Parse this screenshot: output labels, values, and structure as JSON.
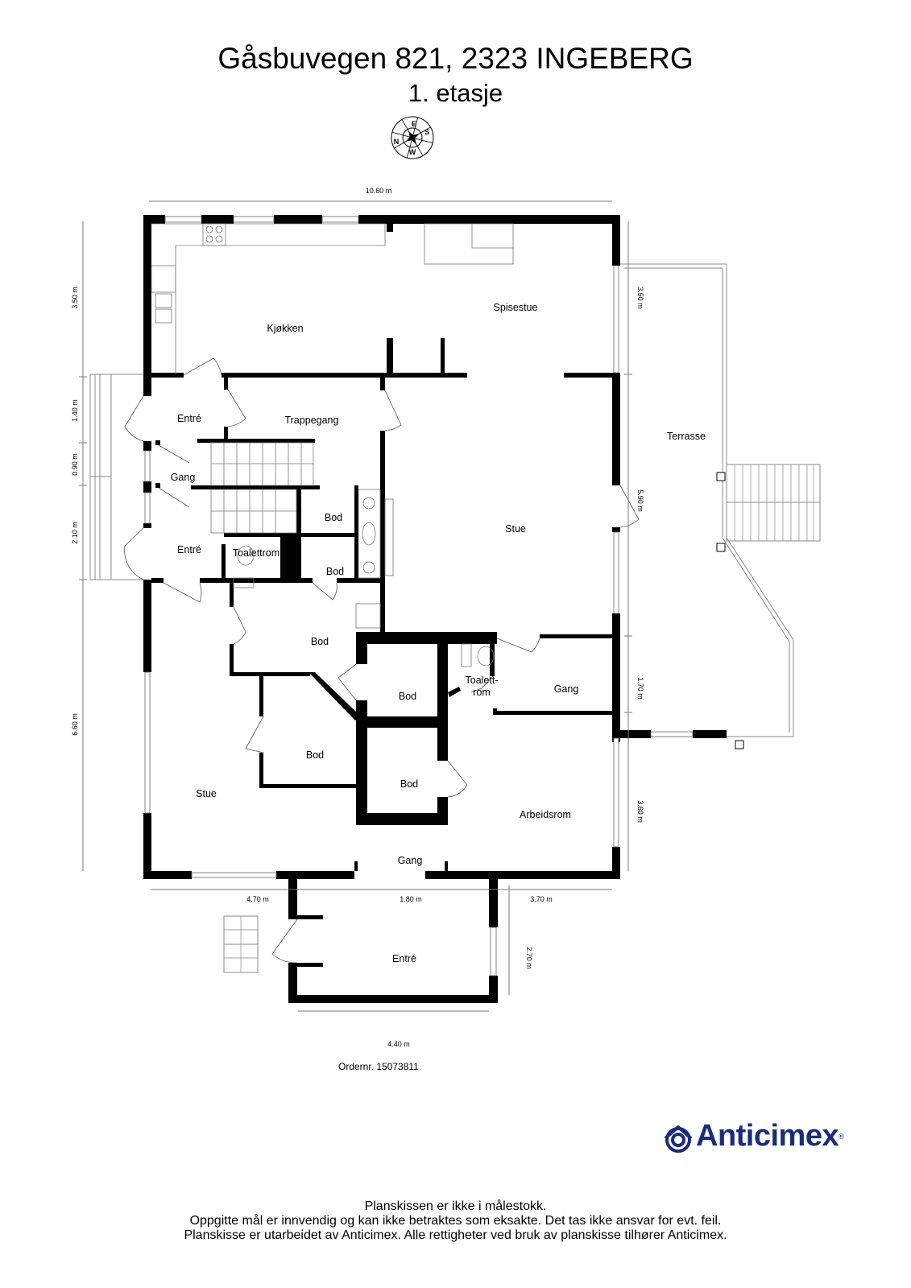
{
  "header": {
    "address": "Gåsbuvegen 821, 2323 INGEBERG",
    "floor": "1. etasje"
  },
  "compass": {
    "letters": [
      "N",
      "E",
      "S",
      "W"
    ]
  },
  "rooms": {
    "kjokken": "Kjøkken",
    "spisestue": "Spisestue",
    "entre_top": "Entré",
    "trappegang": "Trappegang",
    "gang_left": "Gang",
    "entre_mid": "Entré",
    "toalettrom": "Toalettrom",
    "bod_1": "Bod",
    "bod_2": "Bod",
    "stue_upper": "Stue",
    "bod_3": "Bod",
    "bod_4": "Bod",
    "toalett_line1": "Toalett-",
    "toalett_line2": "rom",
    "gang_right": "Gang",
    "bod_5": "Bod",
    "bod_6": "Bod",
    "stue_lower": "Stue",
    "arbeidsrom": "Arbeidsrom",
    "gang_bottom": "Gang",
    "entre_bottom": "Entré",
    "terrasse": "Terrasse"
  },
  "dimensions": {
    "top_width": "10.60 m",
    "left_1": "3.50 m",
    "left_2": "1.40 m",
    "left_3": "0.90 m",
    "left_4": "2.10 m",
    "left_5": "6.60 m",
    "right_1": "3.50 m",
    "right_2": "5.90 m",
    "right_3": "1.70 m",
    "right_4": "3.60 m",
    "bottom_1": "4.70 m",
    "bottom_2": "1.80 m",
    "bottom_3": "3.70 m",
    "entre_height": "2.70 m",
    "entre_width": "4.40 m"
  },
  "order": "Ordernr. 15073811",
  "logo": {
    "name": "Anticimex",
    "color": "#1a2d7a"
  },
  "footer": {
    "line1": "Planskissen er ikke i målestokk.",
    "line2": "Oppgitte mål er innvendig og kan ikke betraktes som eksakte. Det tas ikke ansvar for evt. feil.",
    "line3": "Planskisse er utarbeidet av Anticimex. Alle rettigheter ved bruk av planskisse tilhører Anticimex."
  }
}
